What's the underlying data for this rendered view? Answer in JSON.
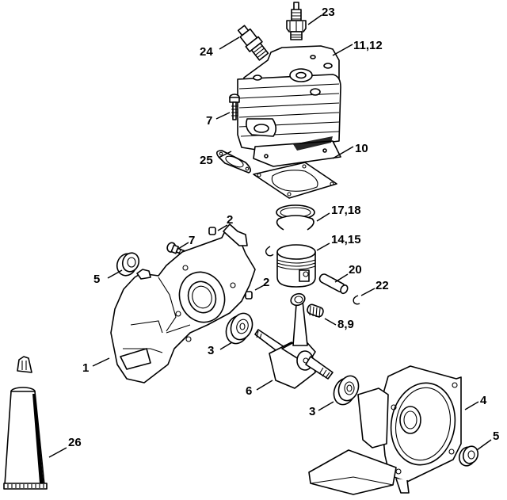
{
  "diagram": {
    "type": "exploded parts diagram",
    "callouts": [
      {
        "id": "c23",
        "label": "23",
        "part": "spark-plug"
      },
      {
        "id": "c24",
        "label": "24",
        "part": "decompression-valve"
      },
      {
        "id": "c11",
        "label": "11,12",
        "part": "cylinder"
      },
      {
        "id": "c7a",
        "label": "7",
        "part": "screw-cylinder"
      },
      {
        "id": "c25",
        "label": "25",
        "part": "muffler-gasket"
      },
      {
        "id": "c10",
        "label": "10",
        "part": "cylinder-base-gasket"
      },
      {
        "id": "c2a",
        "label": "2",
        "part": "sleeve-upper"
      },
      {
        "id": "c17",
        "label": "17,18",
        "part": "piston-rings"
      },
      {
        "id": "c7b",
        "label": "7",
        "part": "screw-crankcase"
      },
      {
        "id": "c14",
        "label": "14,15",
        "part": "piston"
      },
      {
        "id": "c5a",
        "label": "5",
        "part": "oil-seal-left"
      },
      {
        "id": "c2b",
        "label": "2",
        "part": "sleeve-lower"
      },
      {
        "id": "c20",
        "label": "20",
        "part": "piston-pin"
      },
      {
        "id": "c22",
        "label": "22",
        "part": "circlip"
      },
      {
        "id": "c89",
        "label": "8,9",
        "part": "needle-cage"
      },
      {
        "id": "c3a",
        "label": "3",
        "part": "ball-bearing-left"
      },
      {
        "id": "c1",
        "label": "1",
        "part": "crankcase-left-half"
      },
      {
        "id": "c6",
        "label": "6",
        "part": "crankshaft"
      },
      {
        "id": "c4",
        "label": "4",
        "part": "crankcase-right-half"
      },
      {
        "id": "c3b",
        "label": "3",
        "part": "ball-bearing-right"
      },
      {
        "id": "c26",
        "label": "26",
        "part": "sealant-tube"
      },
      {
        "id": "c5b",
        "label": "5",
        "part": "oil-seal-right"
      }
    ]
  }
}
